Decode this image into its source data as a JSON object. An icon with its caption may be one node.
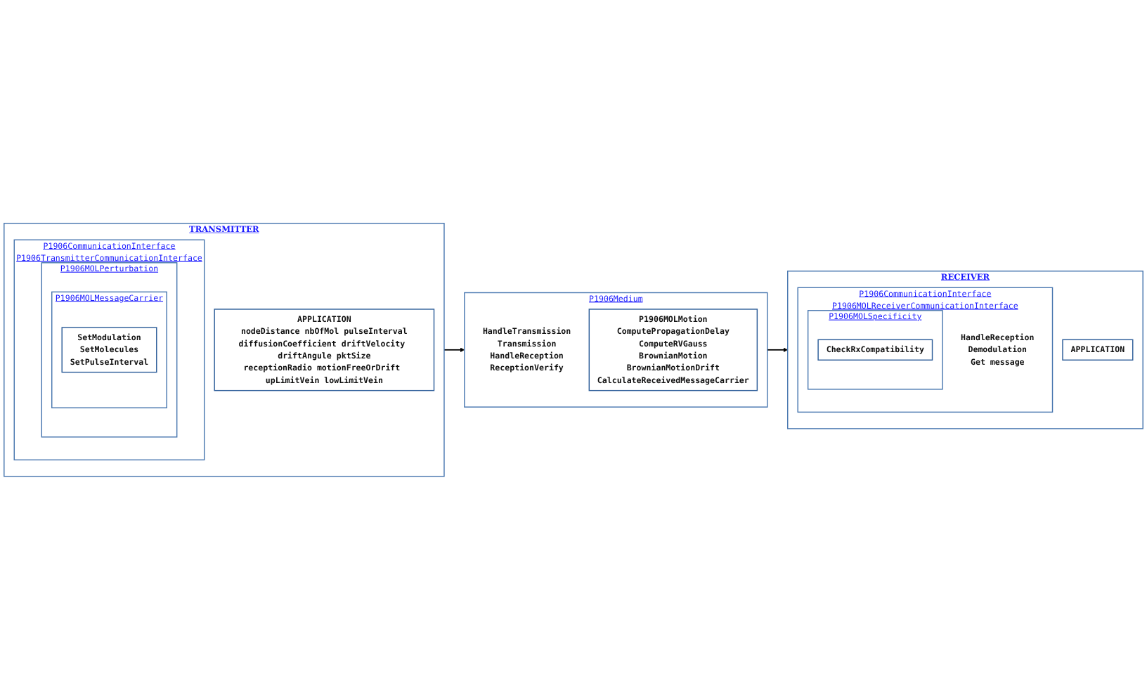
{
  "diagram": {
    "nodes": [
      {
        "text": [
          "TRANSMITTER"
        ]
      },
      {
        "text": [
          "APPLICATION",
          "nodeDistance nbOfMol pulseInterval",
          "diffusionCoefficient driftVelocity driftAngule pktSize",
          "receptionRadio motionFreeOrDrift upLimitVein lowLimitVein"
        ],
        "in": 0
      },
      {
        "text": [
          "P1906CommunicationInterface",
          "P1906TransmitterCommunicationInterface"
        ],
        "in": 0
      },
      {
        "text": [
          "P1906MOLPerturbation"
        ],
        "in": 2
      },
      {
        "text": [
          "P1906MOLMessageCarrier"
        ],
        "in": 3
      },
      {
        "text": [
          "SetModulation",
          "SetMolecules",
          "SetPulseInterval"
        ],
        "in": 4
      },
      {
        "text": [
          "RECEIVER"
        ]
      },
      {
        "text": [
          "APPLICATION"
        ],
        "in": 6
      },
      {
        "text": [
          "P1906CommunicationInterface",
          "P1906MOLReceiverCommunicationInterface",
          "HandleReception",
          "Demodulation",
          "Get message"
        ],
        "in": 6
      },
      {
        "text": [
          "P1906MOLSpecificity"
        ],
        "in": 8
      },
      {
        "text": [
          "CheckRxCompatibility"
        ],
        "in": 9
      },
      {
        "text": [
          "P1906Medium",
          "HandleTransmission",
          "Transmission",
          "HandleReception",
          "ReceptionVerify"
        ]
      },
      {
        "text": [
          "P1906MOLMotion",
          "ComputePropagationDelay",
          "ComputeRVGauss",
          "BrownianMotion",
          "BrownianMotionDrift",
          "CalculateReceivedMessageCarrier"
        ],
        "in": 11
      }
    ],
    "edges": [
      {
        "from": 0,
        "to": 11,
        "arrow": "to"
      },
      {
        "from": 11,
        "to": 6,
        "arrow": "to"
      }
    ]
  }
}
